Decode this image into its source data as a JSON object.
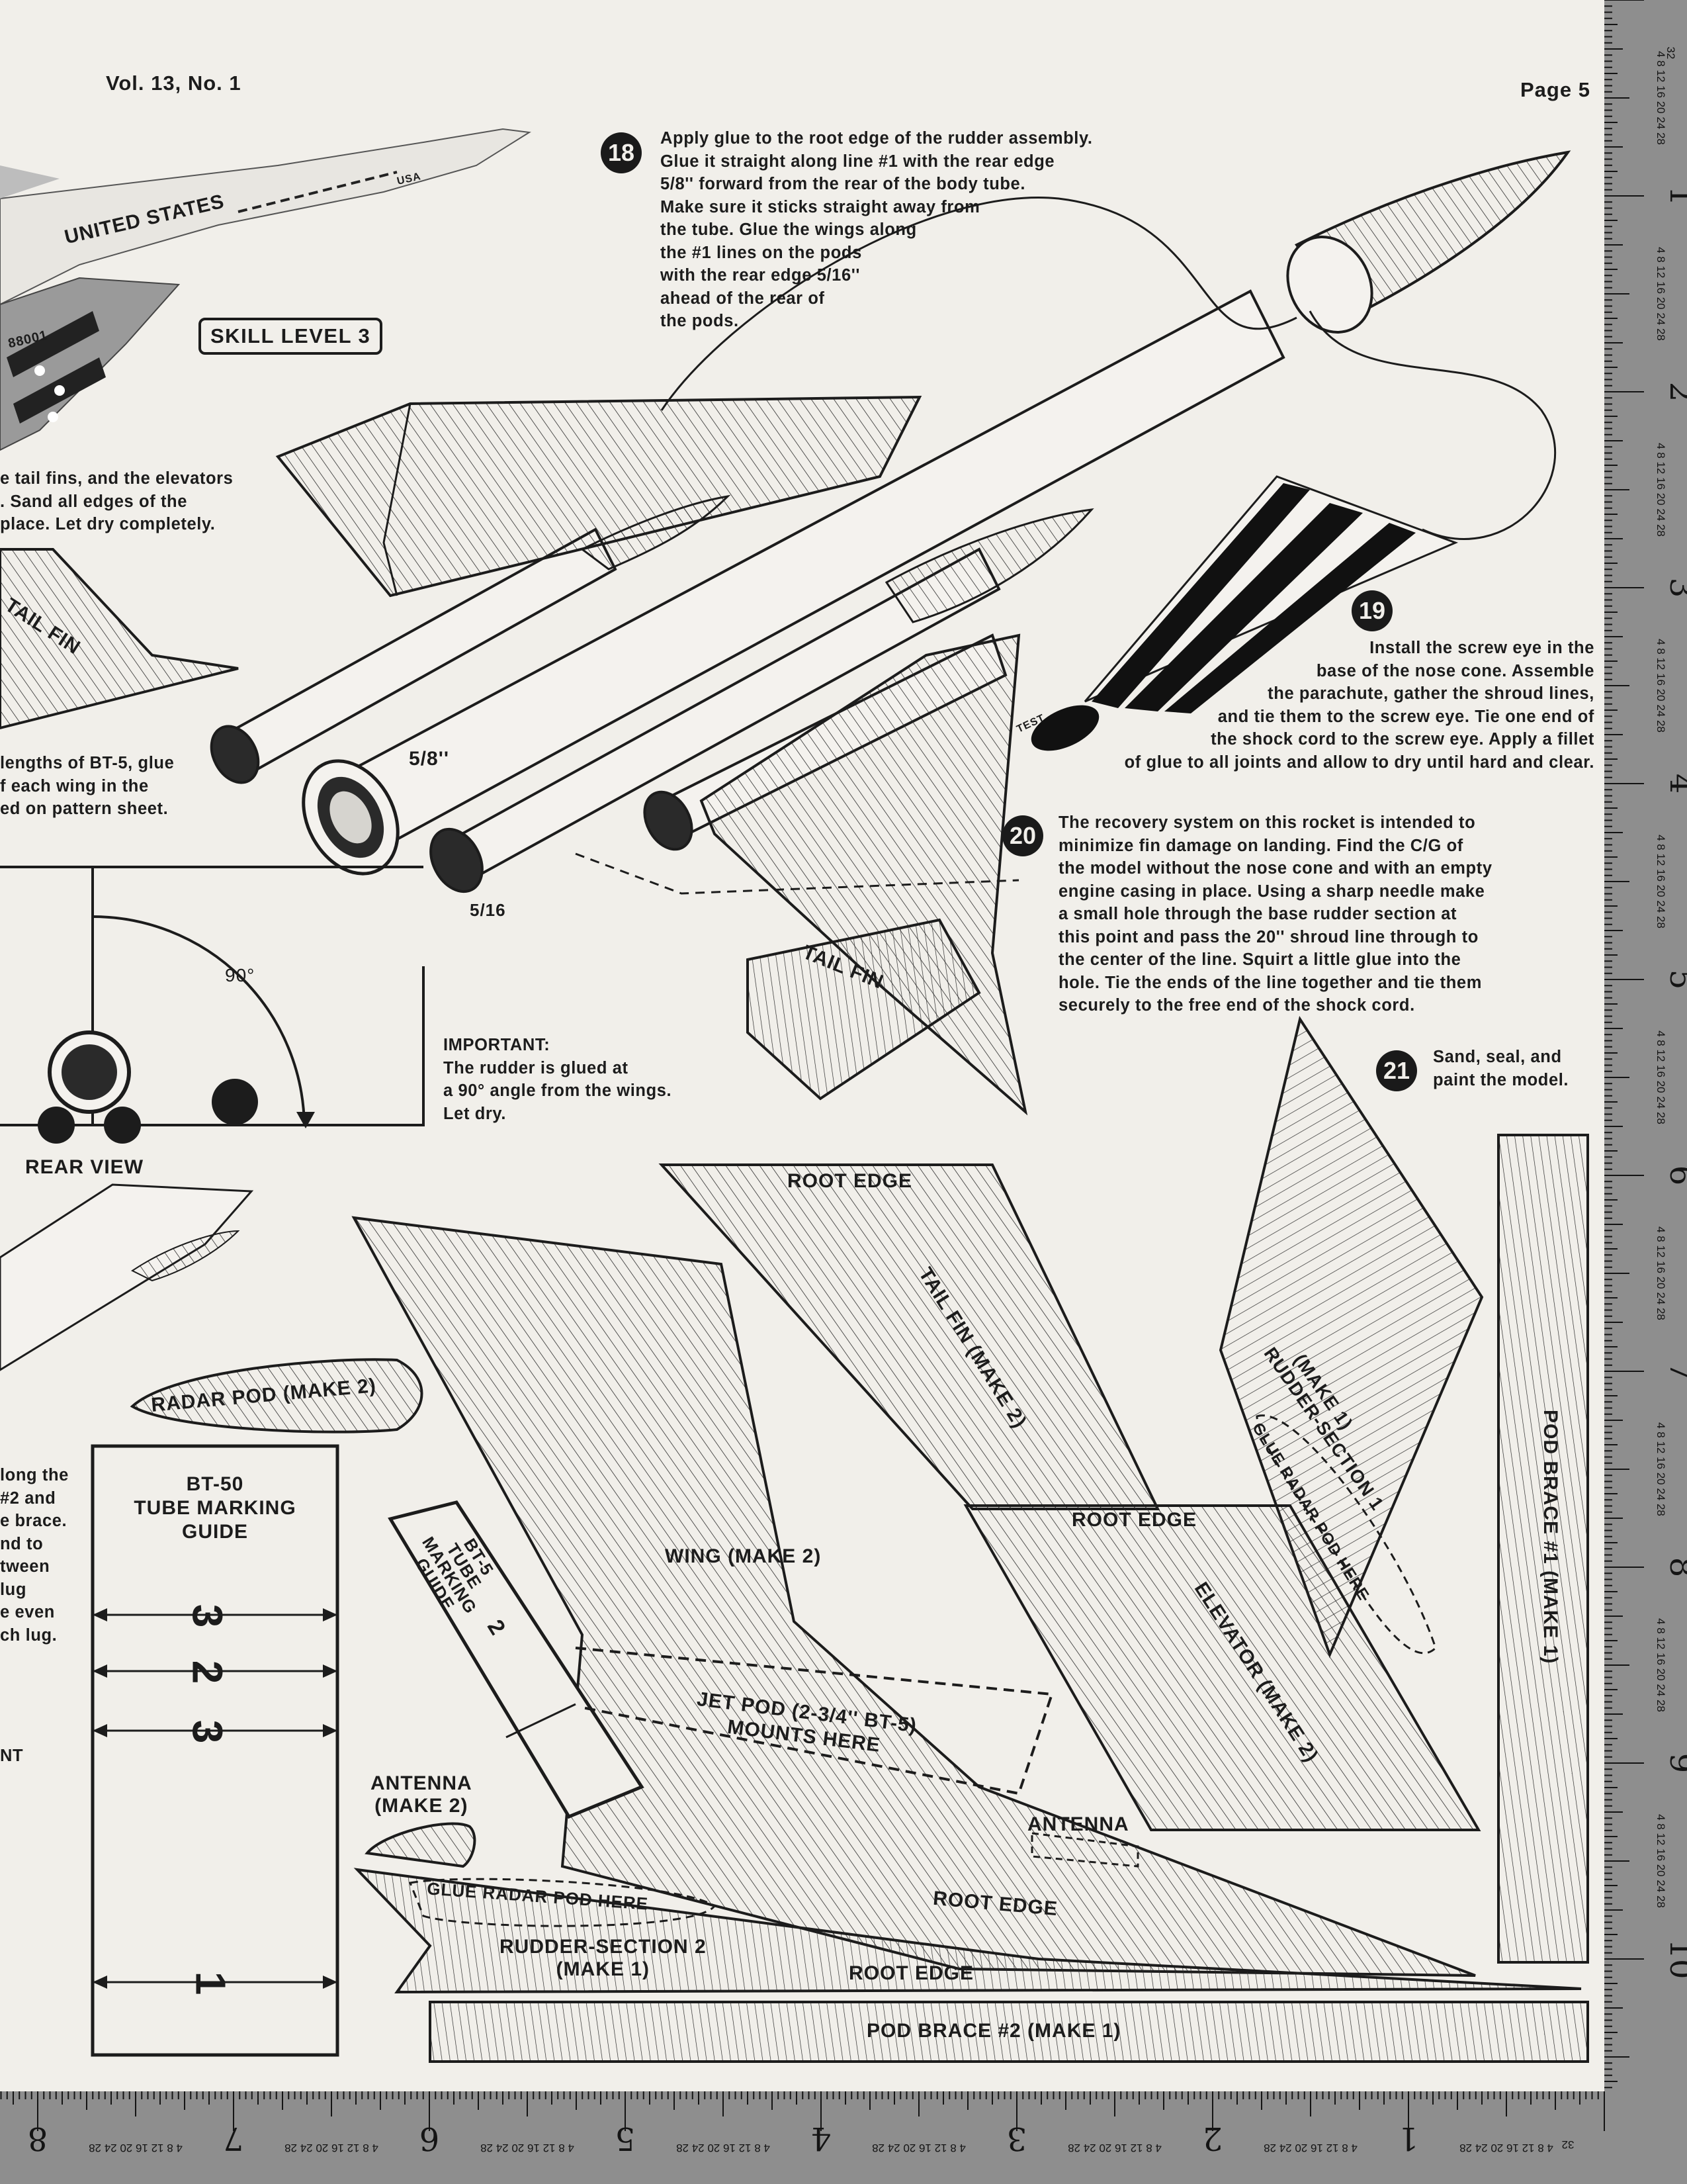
{
  "header": {
    "volume": "Vol. 13, No. 1",
    "page": "Page 5"
  },
  "skill_level": "SKILL LEVEL 3",
  "steps": [
    {
      "num": "18",
      "lines": [
        "Apply glue to the root edge of the rudder assembly.",
        "Glue it straight along line #1 with the rear edge",
        "5/8'' forward from the rear of the body tube.",
        "Make sure it sticks straight away from",
        "the tube.  Glue the wings along",
        "the #1 lines on the pods",
        "with the rear edge 5/16''",
        "ahead of the rear of",
        "the pods."
      ]
    },
    {
      "num": "19",
      "lines": [
        "Install the screw eye in the",
        "base of the nose cone.  Assemble",
        "the parachute, gather  the shroud lines,",
        "and tie them to the screw eye. Tie one end of",
        "the shock cord to the screw eye.  Apply a fillet",
        "of glue to all joints and allow to dry until hard and clear."
      ]
    },
    {
      "num": "20",
      "lines": [
        "The recovery system on this rocket is intended to",
        "minimize fin damage on landing.  Find the C/G of",
        "the model without the nose cone and with an empty",
        "engine casing in place. Using a sharp needle make",
        "a small hole through the base rudder section at",
        "this point and pass the 20'' shroud line through to",
        "the center of the line. Squirt a little glue into the",
        "hole. Tie the ends of the line together and tie them",
        "securely to the  free end of the shock cord."
      ]
    },
    {
      "num": "21",
      "lines": [
        "Sand, seal, and",
        "paint the model."
      ]
    }
  ],
  "partial_left_text": {
    "block_a": [
      "e tail fins, and the elevators",
      ".  Sand all edges of the",
      "place.  Let dry completely."
    ],
    "block_b": [
      "lengths of BT-5, glue",
      "f each wing in the",
      "ed on pattern sheet."
    ],
    "block_c": [
      "long the",
      "#2 and",
      "e brace.",
      "nd to",
      "tween",
      "lug",
      "e even",
      "ch lug."
    ],
    "block_d": "NT"
  },
  "illustration_labels": {
    "tail_fin_left": "TAIL FIN",
    "tail_fin_right": "TAIL FIN",
    "dim_5_8": "5/8''",
    "dim_5_16": "5/16",
    "angle": "90°",
    "rear_view": "REAR VIEW",
    "united_states": "UNITED STATES",
    "usa": "USA",
    "tail_number": "88001",
    "test_tag": "TEST",
    "important_title": "IMPORTANT:",
    "important_lines": [
      "The rudder is glued at",
      "a 90° angle from the wings.",
      "Let dry."
    ]
  },
  "patterns": {
    "tail_fin_root": "ROOT EDGE",
    "tail_fin": "TAIL FIN (MAKE 2)",
    "rudder_section_1": "RUDDER-SECTION 1",
    "rudder_section_1_make": "(MAKE 1)",
    "glue_radar_pod_here": "GLUE RADAR POD HERE",
    "pod_brace_1": "POD BRACE #1 (MAKE 1)",
    "radar_pod": "RADAR POD (MAKE 2)",
    "bt50_title": [
      "BT-50",
      "TUBE MARKING",
      "GUIDE"
    ],
    "bt50_marks": [
      "3",
      "2",
      "3",
      "1"
    ],
    "bt5_guide": [
      "BT-5",
      "TUBE",
      "MARKING",
      "GUIDE"
    ],
    "bt5_mark": "2",
    "wing": "WING (MAKE 2)",
    "jet_pod": [
      "JET POD (2-3/4'' BT-5)",
      "MOUNTS HERE"
    ],
    "elevator_root": "ROOT EDGE",
    "elevator": "ELEVATOR (MAKE 2)",
    "antenna_make": [
      "ANTENNA",
      "(MAKE 2)"
    ],
    "antenna": "ANTENNA",
    "wing_root": "ROOT EDGE",
    "glue_radar_pod_here_2": "GLUE RADAR POD HERE",
    "rudder_section_2": [
      "RUDDER-SECTION 2",
      "(MAKE 1)"
    ],
    "rudder_root": "ROOT EDGE",
    "pod_brace_2": "POD BRACE #2 (MAKE 1)"
  },
  "ruler_right": {
    "numbers": [
      "1",
      "2",
      "3",
      "4",
      "5",
      "6",
      "7",
      "8",
      "9",
      "10"
    ],
    "top_label": "32",
    "fractions": "4 8 12 16 20 24 28"
  },
  "ruler_bottom": {
    "numbers": [
      "1",
      "2",
      "3",
      "4",
      "5",
      "6",
      "7",
      "8"
    ],
    "fractions": "4 8 12 16 20 24 28",
    "corner": "32"
  },
  "colors": {
    "paper": "#f1efea",
    "ink": "#1c1c1c",
    "ruler": "#8c8c8c"
  }
}
